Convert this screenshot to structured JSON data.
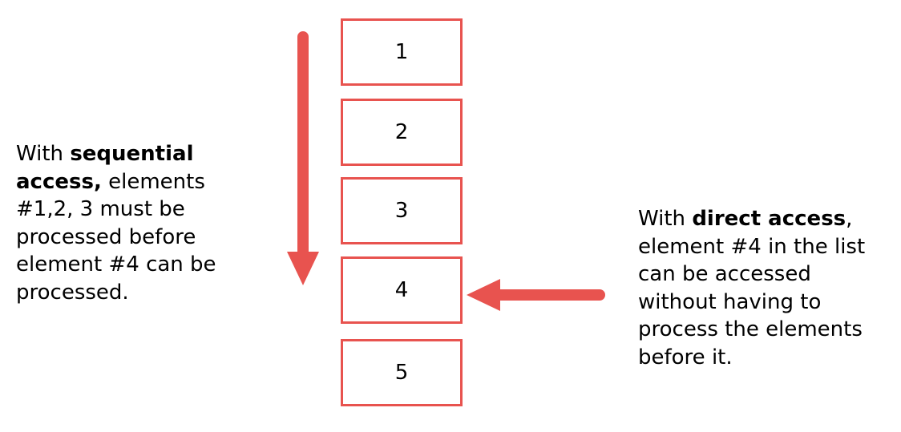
{
  "colors": {
    "accent": "#e8534f",
    "text": "#000000",
    "background": "#ffffff"
  },
  "list": {
    "items": [
      "1",
      "2",
      "3",
      "4",
      "5"
    ]
  },
  "sequential_note": {
    "prefix": "With ",
    "emphasis": "sequential access,",
    "suffix": " elements #1,2, 3 must be processed before element #4 can be processed."
  },
  "direct_note": {
    "prefix": "With ",
    "emphasis": "direct access",
    "suffix": ", element #4 in the list can be accessed without having to process the elements before it."
  }
}
